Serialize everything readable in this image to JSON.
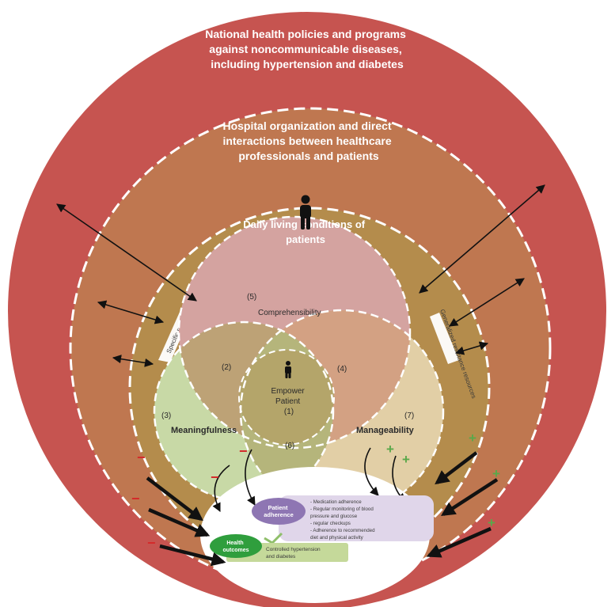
{
  "rings": {
    "national": {
      "lines": [
        "National health policies and programs",
        "against noncommunicable diseases,",
        "including hypertension and diabetes"
      ],
      "color": "#c65450"
    },
    "hospital": {
      "lines": [
        "Hospital organization and direct",
        "interactions between healthcare",
        "professionals and patients"
      ],
      "color": "#bf7750"
    },
    "daily": {
      "lines": [
        "Daily living conditions of",
        "patients"
      ],
      "color": "#b48c4c"
    }
  },
  "side_labels": {
    "left": "Specific resources",
    "right": "Generalized resistance resources"
  },
  "venn": {
    "comprehensibility": {
      "num": "(5)",
      "label": "Comprehensibility",
      "color": "#d4a3a0"
    },
    "meaningfulness": {
      "num": "(3)",
      "label": "Meaningfulness",
      "color": "#c8d9a6"
    },
    "manageability": {
      "num": "(7)",
      "label": "Manageability",
      "color": "#e2cfa6"
    },
    "overlap_2": "(2)",
    "overlap_4": "(4)",
    "overlap_6": "(6)",
    "center": {
      "line1": "Empower",
      "line2": "Patient",
      "num": "(1)"
    }
  },
  "signs": {
    "minus": "−",
    "plus": "+"
  },
  "outcomes": {
    "adherence_title_1": "Patient",
    "adherence_title_2": "adherence",
    "adherence_items": [
      "- Medication adherence",
      "- Regular monitoring of blood",
      "  pressure and glucose",
      "- regular checkups",
      "- Adherence to recommended",
      "  diet and physical activity"
    ],
    "health_title_1": "Health",
    "health_title_2": "outcomes",
    "health_item_1": "Controlled hypertension",
    "health_item_2": "and diabetes"
  }
}
